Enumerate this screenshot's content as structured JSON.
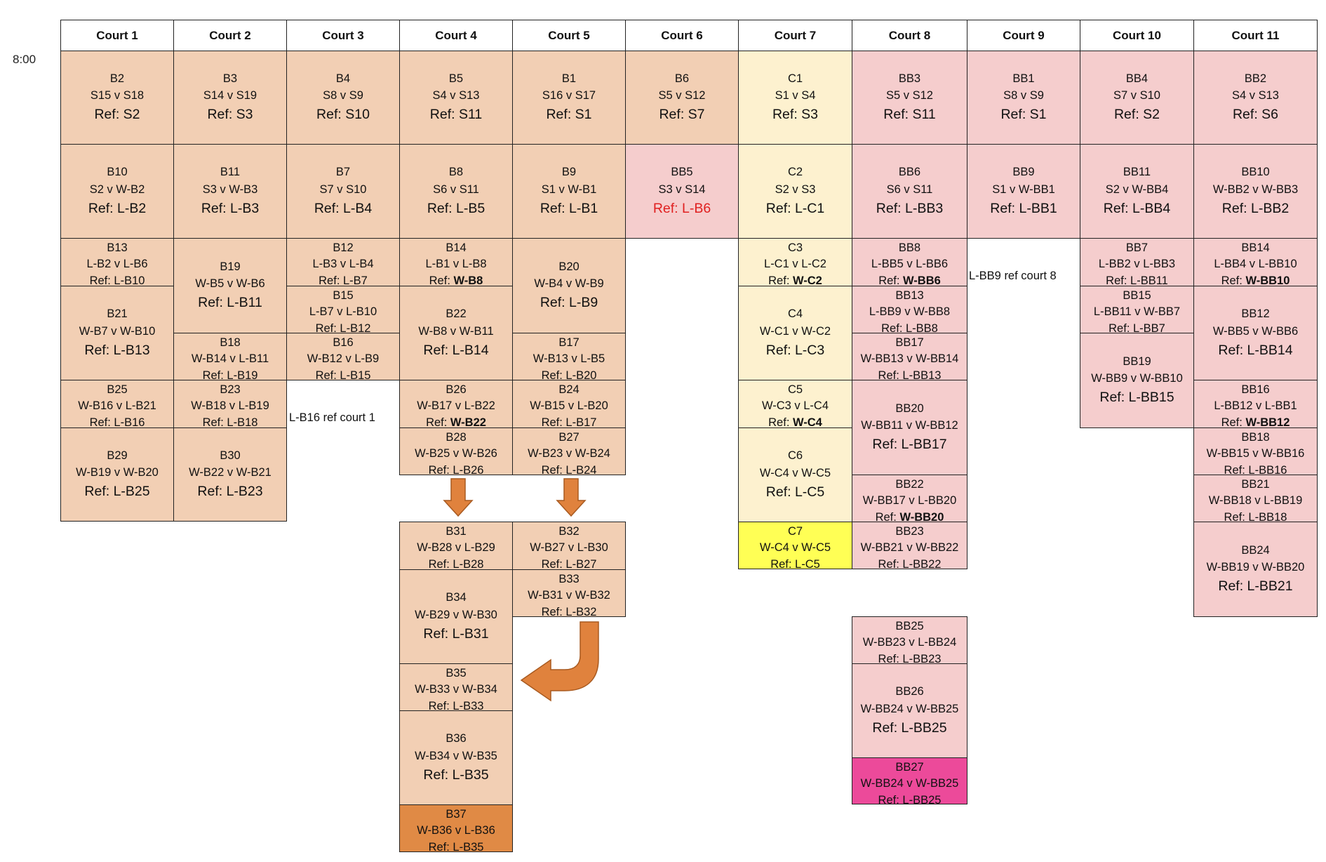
{
  "time": "8:00",
  "courts": [
    "Court 1",
    "Court 2",
    "Court 3",
    "Court 4",
    "Court 5",
    "Court 6",
    "Court 7",
    "Court 8",
    "Court 9",
    "Court 10",
    "Court 11"
  ],
  "matches": {
    "c1_r1": {
      "id": "B2",
      "teams": "S15 v S18",
      "ref": "Ref: S2"
    },
    "c1_r2": {
      "id": "B10",
      "teams": "S2 v W-B2",
      "ref": "Ref: L-B2"
    },
    "c1_r3": {
      "id": "B13",
      "teams": "L-B2 v L-B6",
      "ref": "Ref: L-B10"
    },
    "c1_r4": {
      "id": "B21",
      "teams": "W-B7 v W-B10",
      "ref": "Ref: L-B13"
    },
    "c1_r5": {
      "id": "B25",
      "teams": "W-B16 v L-B21",
      "ref": "Ref: L-B16"
    },
    "c1_r6": {
      "id": "B29",
      "teams": "W-B19 v W-B20",
      "ref": "Ref: L-B25"
    },
    "c2_r1": {
      "id": "B3",
      "teams": "S14 v S19",
      "ref": "Ref: S3"
    },
    "c2_r2": {
      "id": "B11",
      "teams": "S3 v W-B3",
      "ref": "Ref: L-B3"
    },
    "c2_r3": {
      "id": "B19",
      "teams": "W-B5 v W-B6",
      "ref": "Ref: L-B11"
    },
    "c2_r4": {
      "id": "B18",
      "teams": "W-B14 v L-B11",
      "ref": "Ref: L-B19"
    },
    "c2_r5": {
      "id": "B23",
      "teams": "W-B18 v L-B19",
      "ref": "Ref: L-B18"
    },
    "c2_r6": {
      "id": "B30",
      "teams": "W-B22 v W-B21",
      "ref": "Ref: L-B23"
    },
    "c3_r1": {
      "id": "B4",
      "teams": "S8 v S9",
      "ref": "Ref: S10"
    },
    "c3_r2": {
      "id": "B7",
      "teams": "S7 v S10",
      "ref": "Ref: L-B4"
    },
    "c3_r3": {
      "id": "B12",
      "teams": "L-B3 v L-B4",
      "ref": "Ref: L-B7"
    },
    "c3_r4": {
      "id": "B15",
      "teams": "L-B7 v L-B10",
      "ref": "Ref: L-B12"
    },
    "c3_r5": {
      "id": "B16",
      "teams": "W-B12 v L-B9",
      "ref": "Ref: L-B15"
    },
    "c4_r1": {
      "id": "B5",
      "teams": "S4 v S13",
      "ref": "Ref: S11"
    },
    "c4_r2": {
      "id": "B8",
      "teams": "S6 v S11",
      "ref": "Ref: L-B5"
    },
    "c4_r3": {
      "id": "B14",
      "teams": "L-B1 v L-B8",
      "ref_prefix": "Ref: ",
      "ref_bold": "W-B8"
    },
    "c4_r4": {
      "id": "B22",
      "teams": "W-B8 v W-B11",
      "ref": "Ref: L-B14"
    },
    "c4_r5": {
      "id": "B26",
      "teams": "W-B17 v L-B22",
      "ref_prefix": "Ref: ",
      "ref_bold": "W-B22"
    },
    "c4_r6": {
      "id": "B28",
      "teams": "W-B25 v W-B26",
      "ref": "Ref: L-B26"
    },
    "c4_r7": {
      "id": "B31",
      "teams": "W-B28 v L-B29",
      "ref": "Ref: L-B28"
    },
    "c4_r8": {
      "id": "B34",
      "teams": "W-B29 v W-B30",
      "ref": "Ref: L-B31"
    },
    "c4_r9": {
      "id": "B35",
      "teams": "W-B33 v W-B34",
      "ref": "Ref: L-B33"
    },
    "c4_r10": {
      "id": "B36",
      "teams": "W-B34 v W-B35",
      "ref": "Ref: L-B35"
    },
    "c4_r11": {
      "id": "B37",
      "teams": "W-B36 v L-B36",
      "ref": "Ref: L-B35"
    },
    "c5_r1": {
      "id": "B1",
      "teams": "S16 v S17",
      "ref": "Ref: S1"
    },
    "c5_r2": {
      "id": "B9",
      "teams": "S1 v W-B1",
      "ref": "Ref: L-B1"
    },
    "c5_r3": {
      "id": "B20",
      "teams": "W-B4 v W-B9",
      "ref": "Ref: L-B9"
    },
    "c5_r4": {
      "id": "B17",
      "teams": "W-B13 v L-B5",
      "ref": "Ref: L-B20"
    },
    "c5_r5": {
      "id": "B24",
      "teams": "W-B15 v L-B20",
      "ref": "Ref: L-B17"
    },
    "c5_r6": {
      "id": "B27",
      "teams": "W-B23 v W-B24",
      "ref": "Ref: L-B24"
    },
    "c5_r7": {
      "id": "B32",
      "teams": "W-B27 v L-B30",
      "ref": "Ref: L-B27"
    },
    "c5_r8": {
      "id": "B33",
      "teams": "W-B31 v W-B32",
      "ref": "Ref: L-B32"
    },
    "c6_r1": {
      "id": "B6",
      "teams": "S5 v S12",
      "ref": "Ref: S7"
    },
    "c6_r2": {
      "id": "BB5",
      "teams": "S3 v S14",
      "ref": "Ref: L-B6"
    },
    "c7_r1": {
      "id": "C1",
      "teams": "S1 v S4",
      "ref": "Ref: S3"
    },
    "c7_r2": {
      "id": "C2",
      "teams": "S2 v S3",
      "ref": "Ref: L-C1"
    },
    "c7_r3": {
      "id": "C3",
      "teams": "L-C1 v L-C2",
      "ref_prefix": "Ref: ",
      "ref_bold": "W-C2"
    },
    "c7_r4": {
      "id": "C4",
      "teams": "W-C1 v W-C2",
      "ref": "Ref: L-C3"
    },
    "c7_r5": {
      "id": "C5",
      "teams": "W-C3 v L-C4",
      "ref_prefix": "Ref: ",
      "ref_bold": "W-C4"
    },
    "c7_r6": {
      "id": "C6",
      "teams": "W-C4 v W-C5",
      "ref": "Ref: L-C5"
    },
    "c7_r7": {
      "id": "C7",
      "teams": "W-C4 v W-C5",
      "ref": "Ref: L-C5"
    },
    "c8_r1": {
      "id": "BB3",
      "teams": "S5 v S12",
      "ref": "Ref: S11"
    },
    "c8_r2": {
      "id": "BB6",
      "teams": "S6 v S11",
      "ref": "Ref: L-BB3"
    },
    "c8_r3": {
      "id": "BB8",
      "teams": "L-BB5 v L-BB6",
      "ref_prefix": "Ref: ",
      "ref_bold": "W-BB6"
    },
    "c8_r4": {
      "id": "BB13",
      "teams": "L-BB9 v W-BB8",
      "ref": "Ref: L-BB8"
    },
    "c8_r5": {
      "id": "BB17",
      "teams": "W-BB13 v W-BB14",
      "ref": "Ref: L-BB13"
    },
    "c8_r6": {
      "id": "BB20",
      "teams": "W-BB11 v W-BB12",
      "ref": "Ref: L-BB17"
    },
    "c8_r7": {
      "id": "BB22",
      "teams": "W-BB17 v L-BB20",
      "ref_prefix": "Ref: ",
      "ref_bold": "W-BB20"
    },
    "c8_r8": {
      "id": "BB23",
      "teams": "W-BB21 v W-BB22",
      "ref": "Ref: L-BB22"
    },
    "c8_r9": {
      "id": "BB25",
      "teams": "W-BB23 v L-BB24",
      "ref": "Ref: L-BB23"
    },
    "c8_r10": {
      "id": "BB26",
      "teams": "W-BB24 v W-BB25",
      "ref": "Ref: L-BB25"
    },
    "c8_r11": {
      "id": "BB27",
      "teams": "W-BB24 v W-BB25",
      "ref": "Ref: L-BB25"
    },
    "c9_r1": {
      "id": "BB1",
      "teams": "S8 v S9",
      "ref": "Ref: S1"
    },
    "c9_r2": {
      "id": "BB9",
      "teams": "S1 v W-BB1",
      "ref": "Ref: L-BB1"
    },
    "c10_r1": {
      "id": "BB4",
      "teams": "S7 v S10",
      "ref": "Ref: S2"
    },
    "c10_r2": {
      "id": "BB11",
      "teams": "S2 v W-BB4",
      "ref": "Ref: L-BB4"
    },
    "c10_r3": {
      "id": "BB7",
      "teams": "L-BB2 v L-BB3",
      "ref": "Ref: L-BB11"
    },
    "c10_r4": {
      "id": "BB15",
      "teams": "L-BB11 v W-BB7",
      "ref": "Ref: L-BB7"
    },
    "c10_r5": {
      "id": "BB19",
      "teams": "W-BB9 v W-BB10",
      "ref": "Ref: L-BB15"
    },
    "c11_r1": {
      "id": "BB2",
      "teams": "S4 v S13",
      "ref": "Ref: S6"
    },
    "c11_r2": {
      "id": "BB10",
      "teams": "W-BB2 v W-BB3",
      "ref": "Ref: L-BB2"
    },
    "c11_r3": {
      "id": "BB14",
      "teams": "L-BB4 v L-BB10",
      "ref_prefix": "Ref: ",
      "ref_bold": "W-BB10"
    },
    "c11_r4": {
      "id": "BB12",
      "teams": "W-BB5 v W-BB6",
      "ref": "Ref: L-BB14"
    },
    "c11_r5": {
      "id": "BB16",
      "teams": "L-BB12 v L-BB1",
      "ref_prefix": "Ref: ",
      "ref_bold": "W-BB12"
    },
    "c11_r6": {
      "id": "BB18",
      "teams": "W-BB15 v W-BB16",
      "ref": "Ref: L-BB16"
    },
    "c11_r7": {
      "id": "BB21",
      "teams": "W-BB18 v L-BB19",
      "ref": "Ref: L-BB18"
    },
    "c11_r8": {
      "id": "BB24",
      "teams": "W-BB19 v W-BB20",
      "ref": "Ref: L-BB21"
    }
  },
  "notes": {
    "court1_ref": "L-B16 ref court 1",
    "court8_ref": "L-BB9 ref court 8"
  },
  "colors": {
    "tan": "#f2cfb4",
    "pink": "#f5cdcd",
    "cream": "#fdf1cf",
    "yellow": "#ffff55",
    "orange": "#e08a45",
    "magenta": "#ec4a9a",
    "arrow": "#e0823d",
    "ref_red": "#e02020"
  },
  "icons": [
    "arrow-down-icon",
    "arrow-down-icon",
    "arrow-turn-left-icon"
  ]
}
